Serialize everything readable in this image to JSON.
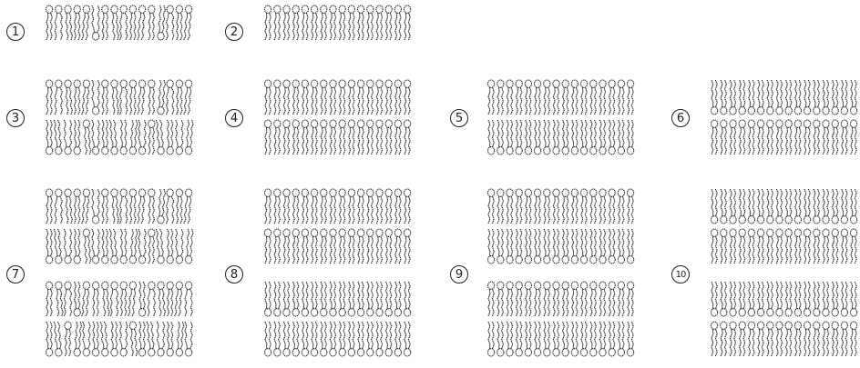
{
  "panels": [
    {
      "label": "1",
      "rows": [
        {
          "dir": "up",
          "pattern": "mixed"
        }
      ]
    },
    {
      "label": "2",
      "rows": [
        {
          "dir": "up",
          "pattern": "uniform"
        }
      ]
    },
    {
      "label": "3",
      "rows": [
        {
          "dir": "up",
          "pattern": "mixed"
        },
        {
          "dir": "down",
          "pattern": "mixed"
        }
      ]
    },
    {
      "label": "4",
      "rows": [
        {
          "dir": "up",
          "pattern": "uniform"
        },
        {
          "dir": "up",
          "pattern": "uniform"
        }
      ]
    },
    {
      "label": "5",
      "rows": [
        {
          "dir": "up",
          "pattern": "uniform"
        },
        {
          "dir": "down",
          "pattern": "uniform"
        }
      ]
    },
    {
      "label": "6",
      "rows": [
        {
          "dir": "down",
          "pattern": "uniform"
        },
        {
          "dir": "up",
          "pattern": "uniform"
        }
      ]
    },
    {
      "label": "7",
      "rows": [
        {
          "dir": "up",
          "pattern": "mixed"
        },
        {
          "dir": "down",
          "pattern": "mixed"
        },
        {
          "dir": "up",
          "pattern": "mixed"
        },
        {
          "dir": "down",
          "pattern": "mixed"
        }
      ]
    },
    {
      "label": "8",
      "rows": [
        {
          "dir": "up",
          "pattern": "uniform"
        },
        {
          "dir": "up",
          "pattern": "uniform"
        },
        {
          "dir": "down",
          "pattern": "uniform"
        },
        {
          "dir": "down",
          "pattern": "uniform"
        }
      ]
    },
    {
      "label": "9",
      "rows": [
        {
          "dir": "up",
          "pattern": "uniform"
        },
        {
          "dir": "down",
          "pattern": "uniform"
        },
        {
          "dir": "up",
          "pattern": "uniform"
        },
        {
          "dir": "down",
          "pattern": "uniform"
        }
      ]
    },
    {
      "label": "10",
      "rows": [
        {
          "dir": "down",
          "pattern": "uniform"
        },
        {
          "dir": "up",
          "pattern": "uniform"
        },
        {
          "dir": "down",
          "pattern": "uniform"
        },
        {
          "dir": "up",
          "pattern": "uniform"
        }
      ]
    }
  ]
}
